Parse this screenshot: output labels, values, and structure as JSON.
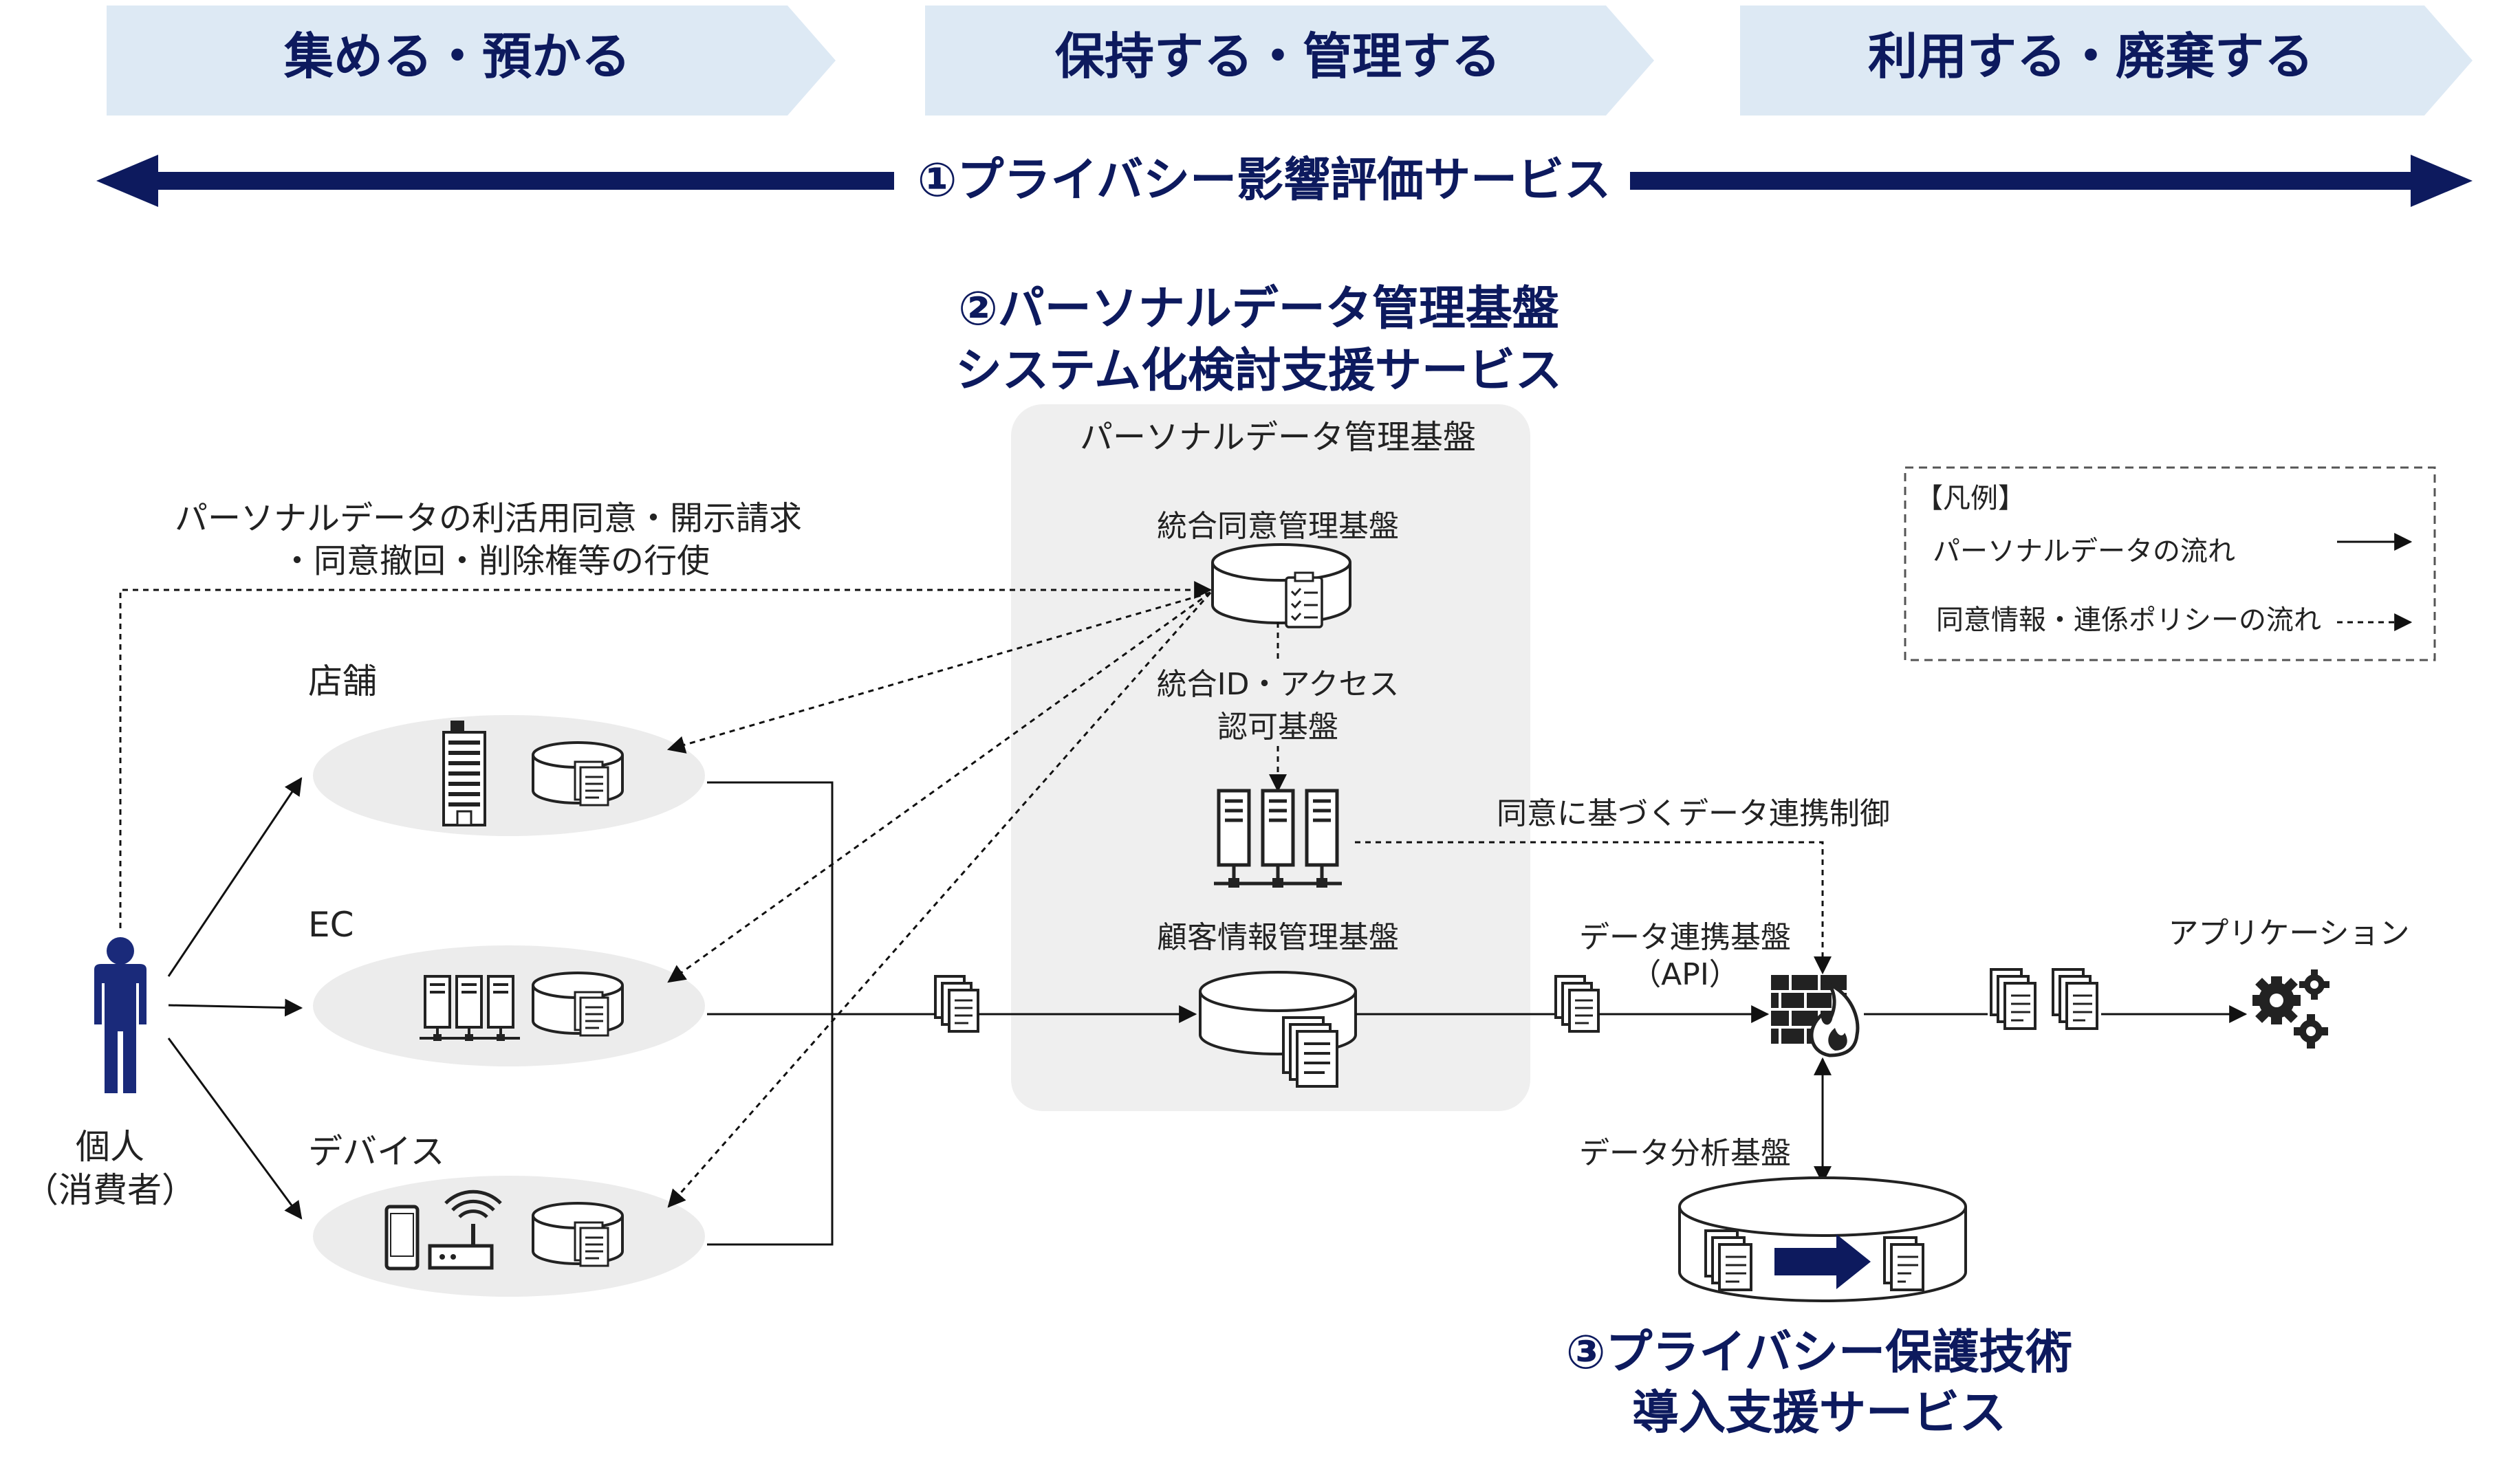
{
  "phases": [
    {
      "label": "集める・預かる"
    },
    {
      "label": "保持する・管理する"
    },
    {
      "label": "利用する・廃棄する"
    }
  ],
  "service1": {
    "label": "①プライバシー影響評価サービス"
  },
  "service2": {
    "line1": "②パーソナルデータ管理基盤",
    "line2": "システム化検討支援サービス"
  },
  "service3": {
    "line1": "③プライバシー保護技術",
    "line2": "導入支援サービス"
  },
  "platform": {
    "title": "パーソナルデータ管理基盤",
    "consent": "統合同意管理基盤",
    "idaccess_line1": "統合ID・アクセス",
    "idaccess_line2": "認可基盤",
    "customer": "顧客情報管理基盤"
  },
  "rights": {
    "line1": "パーソナルデータの利活用同意・開示請求",
    "line2": "・同意撤回・削除権等の行使"
  },
  "channels": {
    "store": "店舗",
    "ec": "EC",
    "device": "デバイス"
  },
  "person": {
    "line1": "個人",
    "line2": "（消費者）"
  },
  "consent_control": "同意に基づくデータ連携制御",
  "data_link_line1": "データ連携基盤",
  "data_link_line2": "（API）",
  "application": "アプリケーション",
  "analysis": "データ分析基盤",
  "legend": {
    "title": "【凡例】",
    "solid": "パーソナルデータの流れ",
    "dashed": "同意情報・連係ポリシーの流れ"
  },
  "colors": {
    "navy": "#0d1a5e",
    "phase_bg": "#dde9f4",
    "platform_bg": "#efefef",
    "ellipse_bg": "#ececec",
    "person": "#1a2a7a"
  }
}
